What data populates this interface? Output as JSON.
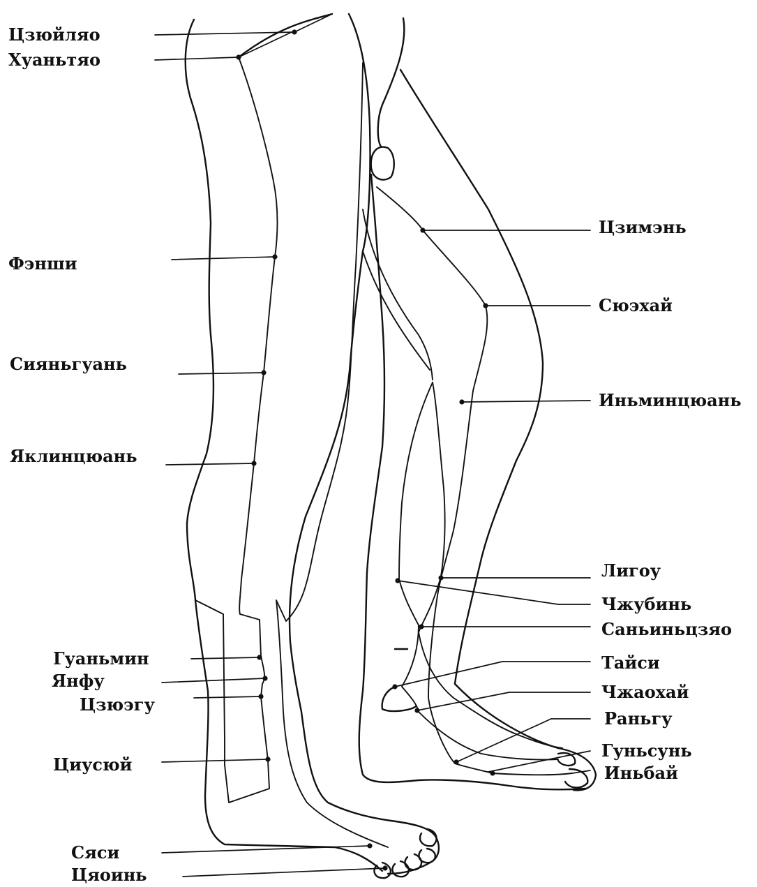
{
  "labels": {
    "left": {
      "l1": "Цзюйляо",
      "l2": "Хуаньтяо",
      "l3": "Фэнши",
      "l4": "Сияньгуань",
      "l5": "Яклинцюань",
      "l6": "Гуаньмин",
      "l7": "Янфу",
      "l8": "Цзюэгу",
      "l9": "Циусюй",
      "l10": "Сяси",
      "l11": "Цяоинь"
    },
    "right": {
      "r1": "Цзимэнь",
      "r2": "Сюэхай",
      "r3": "Иньминцюань",
      "r4": "Лигоу",
      "r5": "Чжубинь",
      "r6": "Саньиньцзяо",
      "r7": "Тайси",
      "r8": "Чжаохай",
      "r9": "Раньгу",
      "r10": "Гуньсунь",
      "r11": "Иньбай"
    }
  }
}
